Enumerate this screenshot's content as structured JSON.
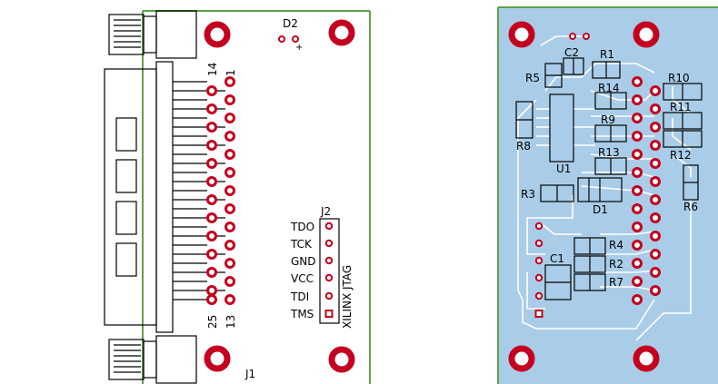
{
  "colors": {
    "board_outline": "#5fa04a",
    "pad_copper": "#c5001f",
    "bottom_fill": "#a9cde8",
    "trace": "#ffffff",
    "silk": "#000000"
  },
  "top_layer": {
    "connector_label": "J1",
    "pin_label_14": "14",
    "pin_label_1": "1",
    "pin_label_25": "25",
    "pin_label_13": "13",
    "led_label": "D2",
    "led_polarity": "+",
    "header_label": "J2",
    "header_title": "XILINX JTAG",
    "jtag_signals": [
      "TDO",
      "TCK",
      "GND",
      "VCC",
      "TDI",
      "TMS"
    ]
  },
  "bottom_layer": {
    "components": {
      "C2": "C2",
      "R1": "R1",
      "R5": "R5",
      "R14": "R14",
      "R10": "R10",
      "R11": "R11",
      "R9": "R9",
      "R8": "R8",
      "R13": "R13",
      "R12": "R12",
      "U1": "U1",
      "R3": "R3",
      "D1": "D1",
      "R6": "R6",
      "R4": "R4",
      "C1": "C1",
      "R2": "R2",
      "R7": "R7"
    }
  }
}
